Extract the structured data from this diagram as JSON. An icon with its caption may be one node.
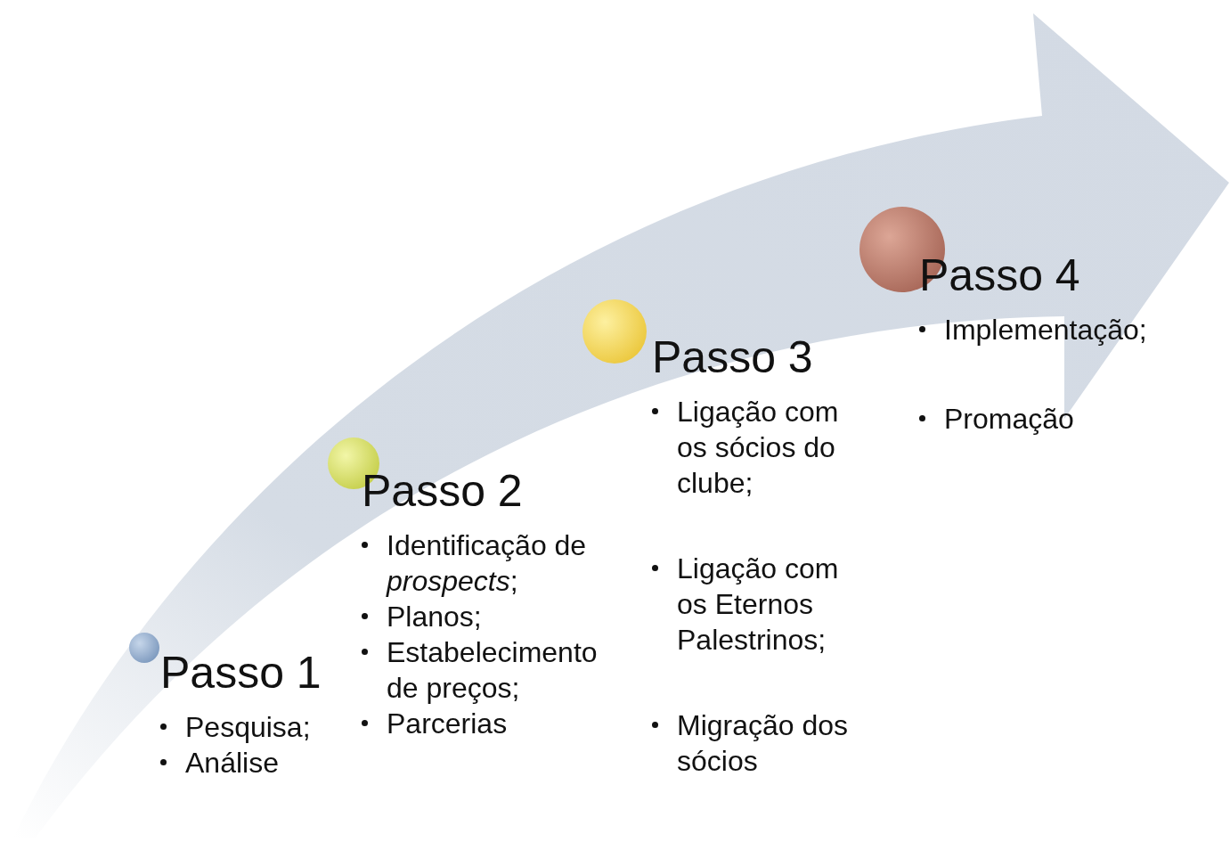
{
  "diagram": {
    "nodes": [
      {
        "text": [
          "Passo 1",
          "Pesquisa;",
          "Análise"
        ]
      },
      {
        "text": [
          "Passo 2",
          "Identificação de *prospects*;",
          "Planos;",
          "Estabelecimento de preços;",
          "Parcerias"
        ]
      },
      {
        "text": [
          "Passo 3",
          "Ligação com os sócios do clube;",
          "Ligação com os Eternos Palestrinos;",
          "Migração dos sócios"
        ]
      },
      {
        "text": [
          "Passo 4",
          "Implementação;",
          "Promação"
        ]
      }
    ]
  }
}
